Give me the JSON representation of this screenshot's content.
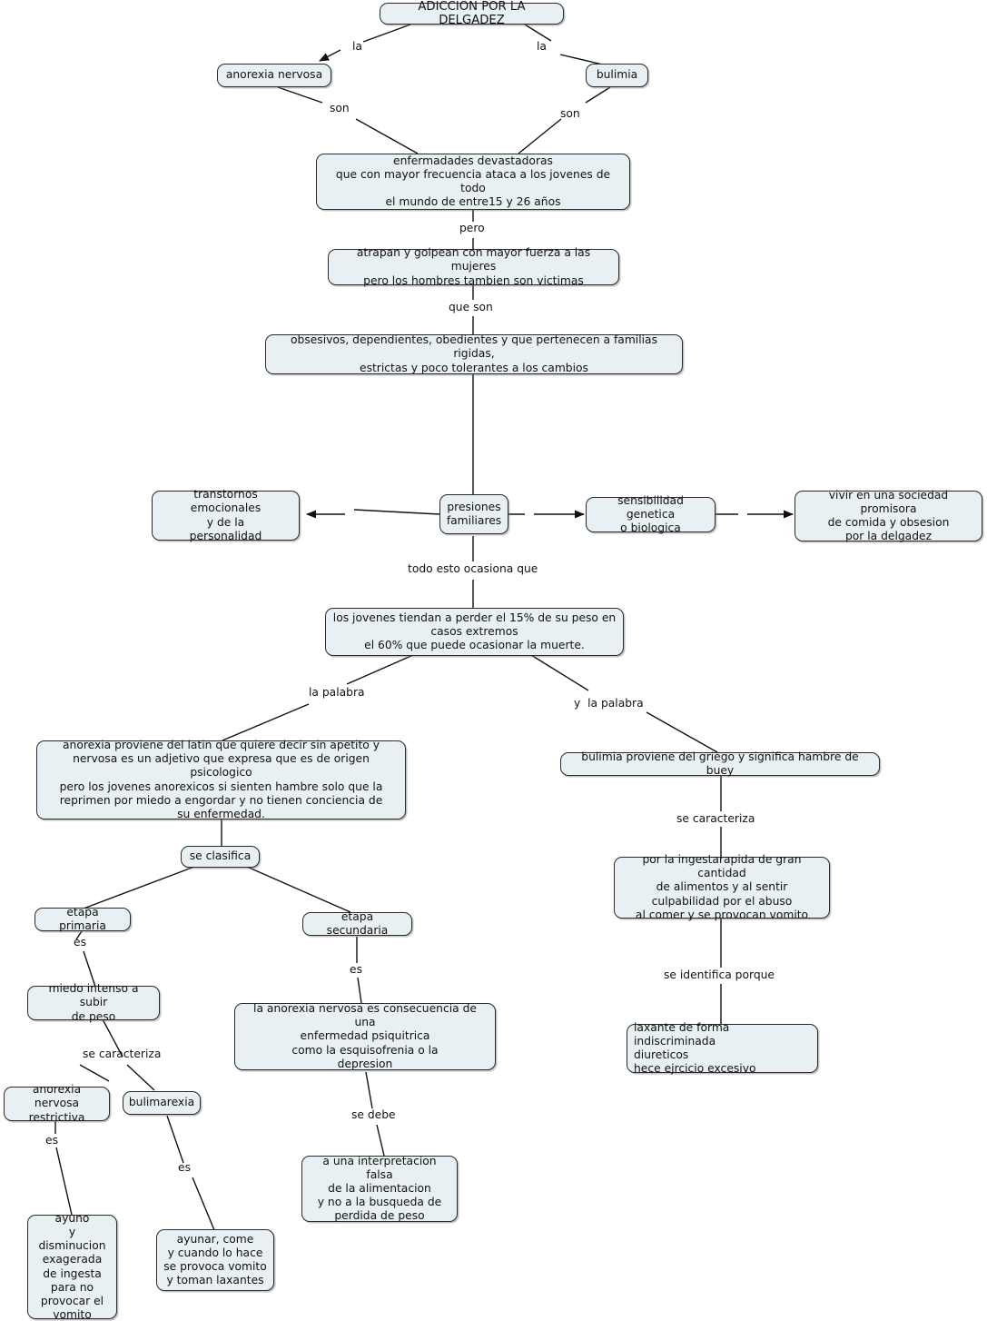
{
  "diagram": {
    "title": "ADICCION POR LA DELGADEZ",
    "background": "#ffffff",
    "node_fill": "#e9f0f3",
    "node_stroke": "#2a2a2a",
    "text_color": "#111111"
  },
  "nodes": {
    "root": "ADICCION POR LA DELGADEZ",
    "anorexia_nervosa": "anorexia nervosa",
    "bulimia": "bulimia",
    "enfermedades": "enfermadades devastadoras\nque con mayor frecuencia ataca a los jovenes de todo\nel mundo de entre15 y 26 años",
    "atrapan": "atrapan y golpean con mayor fuerza a las mujeres\npero los hombres tambien son victimas",
    "obsesivos": "obsesivos, dependientes, obedientes y que pertenecen a familias rigidas,\nestrictas y poco tolerantes a los cambios",
    "transtornos": "transtornos emocionales\ny de la\npersonalidad",
    "presiones": "presiones\nfamiliares",
    "sensibilidad": "sensibilidad genetica\no biologica",
    "vivir_sociedad": "vivir en una sociedad promisora\nde comida y obsesion\npor la delgadez",
    "jovenes_peso": "los jovenes tiendan a perder el 15% de su peso en\ncasos extremos\nel 60% que puede ocasionar la muerte.",
    "anorexia_def": "anorexia proviene del latin que quiere decir sin apetito y\nnervosa es un adjetivo que expresa que es de origen psicologico\npero los jovenes anorexicos si sienten hambre solo que la\nreprimen por miedo a engordar y no tienen conciencia de\nsu enfermedad.",
    "bulimia_def": "bulimia proviene del griego y significa hambre de buey",
    "se_clasifica": "se clasifica",
    "etapa_primaria": "etapa primaria",
    "etapa_secundaria": "etapa secundaria",
    "miedo_intenso": "miedo intenso a subir\nde peso",
    "anorexia_restrictiva": "anorexia nervosa\nrestrictiva",
    "bulimarexia": "bulimarexia",
    "ayuno": "ayuno\ny disminucion\nexagerada\nde ingesta\npara no\nprovocar el\nvomito",
    "ayunar_come": "ayunar, come\ny cuando lo hace\nse provoca vomito\ny toman laxantes",
    "anorexia_consecuencia": "la anorexia nervosa es consecuencia de una\nenfermedad psiquitrica\ncomo la esquisofrenia o la\ndepresion",
    "interpretacion_falsa": "a una interpretacion falsa\nde la alimentacion\ny no a la busqueda de\nperdida de peso",
    "ingesta_rapida": "por la ingestarapida de gran cantidad\nde alimentos y al sentir\nculpabilidad por el abuso\nal comer y se provocan vomito",
    "laxante": "laxante de forma indiscriminada\ndiureticos\nhece ejrcicio excesivo"
  },
  "edge_labels": {
    "la_left": "la",
    "la_right": "la",
    "son_left": "son",
    "son_right": "son",
    "pero": "pero",
    "que_son": "que son",
    "todo_esto": "todo esto ocasiona que",
    "la_palabra": "la palabra",
    "y_la_palabra": "y  la palabra",
    "se_caracteriza_bulimia": "se caracteriza",
    "se_identifica_porque": "se identifica porque",
    "es_primaria": "es",
    "es_secundaria": "es",
    "se_caracteriza_miedo": "se caracteriza",
    "es_restrictiva": "es",
    "es_bulimarexia": "es",
    "se_debe": "se debe"
  }
}
